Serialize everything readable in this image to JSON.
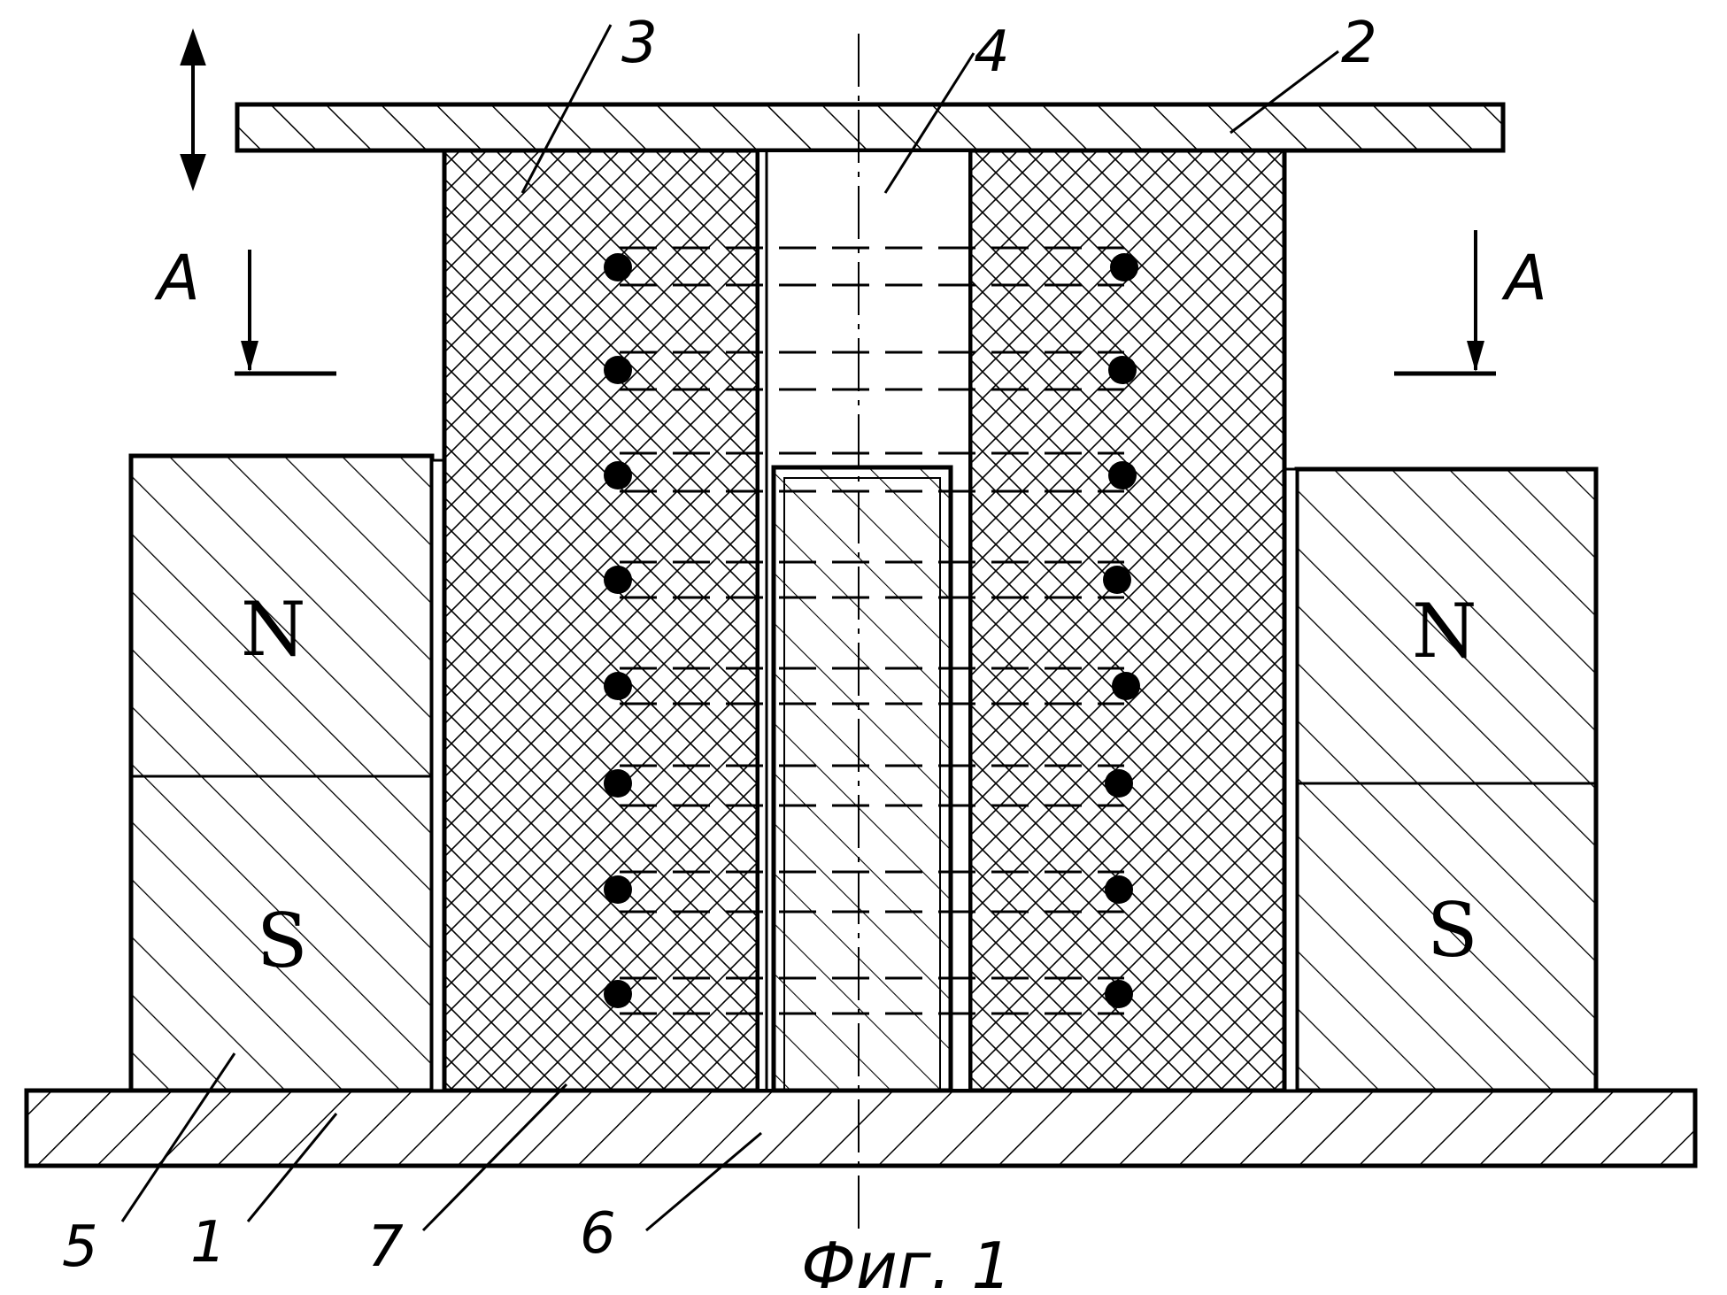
{
  "figure": {
    "caption": "Фиг. 1",
    "section_mark_left": "A",
    "section_mark_right": "A",
    "magnets": {
      "left": {
        "north": "N",
        "south": "S"
      },
      "right": {
        "north": "N",
        "south": "S"
      }
    },
    "callouts": [
      {
        "id": "1",
        "text": "1"
      },
      {
        "id": "2",
        "text": "2"
      },
      {
        "id": "3",
        "text": "3"
      },
      {
        "id": "4",
        "text": "4"
      },
      {
        "id": "5",
        "text": "5"
      },
      {
        "id": "6",
        "text": "6"
      },
      {
        "id": "7",
        "text": "7"
      }
    ]
  }
}
